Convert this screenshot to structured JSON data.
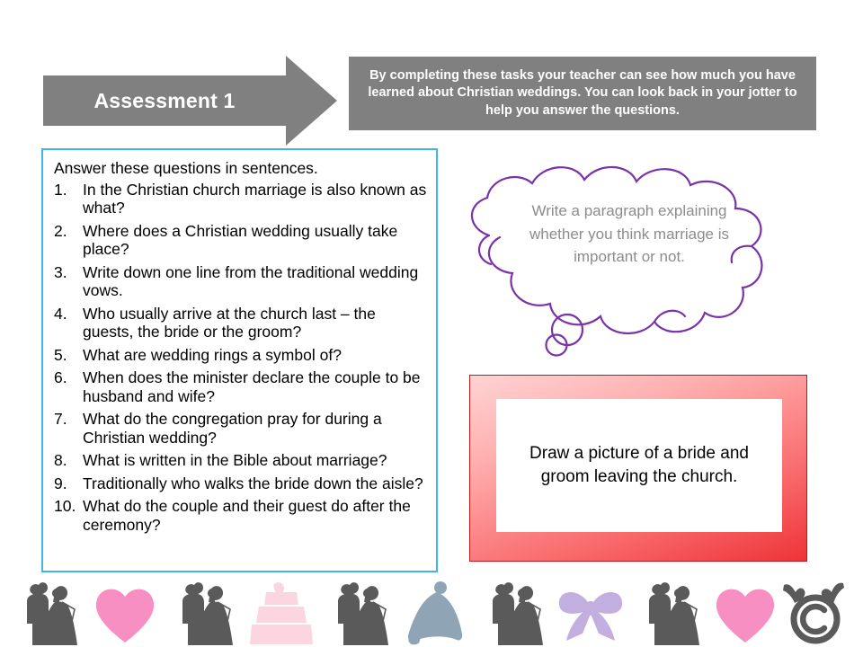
{
  "banner": {
    "title": "Assessment 1",
    "arrow_color": "#808080"
  },
  "intro": {
    "text": "By completing these tasks your teacher can see how much you have learned about Christian weddings. You can look back in your jotter to help you answer the questions.",
    "background_color": "#808080",
    "text_color": "#FFFFFF"
  },
  "questions_panel": {
    "border_color": "#41B6E6",
    "instruction": "Answer these questions in sentences.",
    "items": [
      {
        "number": "1.",
        "text": "In the Christian church marriage is also known as what?"
      },
      {
        "number": "2.",
        "text": "Where does a Christian wedding usually take place?"
      },
      {
        "number": "3.",
        "text": "Write down one line from the traditional wedding vows."
      },
      {
        "number": "4.",
        "text": "Who usually arrive at the church last – the guests, the bride or the groom?"
      },
      {
        "number": "5.",
        "text": "What are wedding rings a symbol of?"
      },
      {
        "number": "6.",
        "text": "When does the minister declare the couple to be husband and wife?"
      },
      {
        "number": "7.",
        "text": "What do the congregation pray for during a Christian wedding?"
      },
      {
        "number": "8.",
        "text": "What is written in the Bible about marriage?"
      },
      {
        "number": "9.",
        "text": "Traditionally who walks the bride down the aisle?"
      },
      {
        "number": "10.",
        "text": "What do the couple and their guest do after the ceremony?"
      }
    ]
  },
  "thought_bubble": {
    "text": "Write a paragraph explaining whether you think marriage is important or not.",
    "outline_color": "#7A32A8",
    "text_color": "#8C8C8C"
  },
  "draw_task": {
    "text": "Draw a picture of a bride and groom leaving the church.",
    "frame_color_light": "#FFD3D3",
    "frame_color_dark": "#EE3338",
    "frame_border_color": "#C0181C"
  },
  "icon_strip": {
    "icons": [
      {
        "name": "bride-groom-silhouette-icon",
        "color": "#5A5A5A"
      },
      {
        "name": "heart-icon",
        "color": "#F78FC2"
      },
      {
        "name": "bride-groom-silhouette-icon",
        "color": "#5A5A5A"
      },
      {
        "name": "wedding-cake-icon",
        "color": "#FBD5E0"
      },
      {
        "name": "bride-groom-silhouette-icon",
        "color": "#5A5A5A"
      },
      {
        "name": "wedding-bell-icon",
        "color": "#8FA5B6"
      },
      {
        "name": "bride-groom-silhouette-icon",
        "color": "#5A5A5A"
      },
      {
        "name": "ribbon-bow-icon",
        "color": "#C3AEE0"
      },
      {
        "name": "bride-groom-silhouette-icon",
        "color": "#5A5A5A"
      },
      {
        "name": "heart-icon",
        "color": "#F78FC2"
      },
      {
        "name": "copyright-antlers-watermark-icon",
        "color": "#5A5A5A"
      }
    ]
  }
}
